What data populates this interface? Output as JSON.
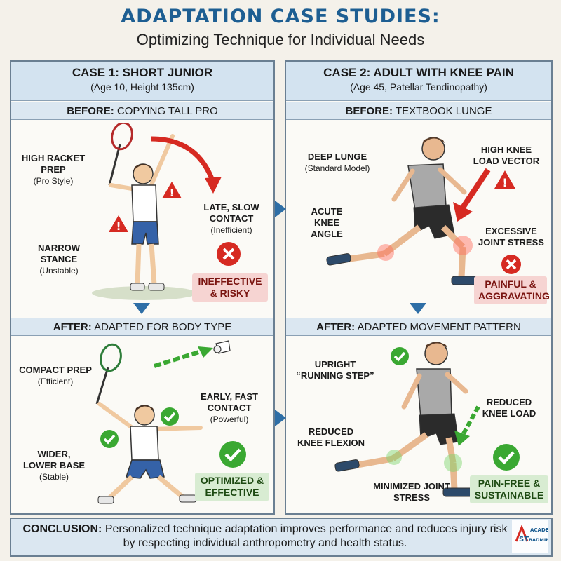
{
  "header": {
    "title": "ADAPTATION CASE STUDIES:",
    "subtitle": "Optimizing Technique for Individual Needs"
  },
  "case1": {
    "title": "CASE 1: SHORT JUNIOR",
    "subtitle": "(Age 10, Height 135cm)",
    "before": {
      "band_prefix": "BEFORE:",
      "band_text": "COPYING TALL PRO",
      "labels": [
        {
          "title": "HIGH RACKET PREP",
          "sub": "(Pro Style)"
        },
        {
          "title": "LATE, SLOW CONTACT",
          "sub": "(Inefficient)"
        },
        {
          "title": "NARROW STANCE",
          "sub": "(Unstable)"
        }
      ],
      "verdict": "INEFFECTIVE & RISKY"
    },
    "after": {
      "band_prefix": "AFTER:",
      "band_text": "ADAPTED FOR BODY TYPE",
      "labels": [
        {
          "title": "COMPACT PREP",
          "sub": "(Efficient)"
        },
        {
          "title": "EARLY, FAST CONTACT",
          "sub": "(Powerful)"
        },
        {
          "title": "WIDER, LOWER BASE",
          "sub": "(Stable)"
        }
      ],
      "verdict": "OPTIMIZED & EFFECTIVE"
    }
  },
  "case2": {
    "title": "CASE 2: ADULT WITH KNEE PAIN",
    "subtitle": "(Age 45, Patellar Tendinopathy)",
    "before": {
      "band_prefix": "BEFORE:",
      "band_text": "TEXTBOOK LUNGE",
      "labels": [
        {
          "title": "DEEP LUNGE",
          "sub": "(Standard Model)"
        },
        {
          "title": "HIGH KNEE LOAD VECTOR",
          "sub": ""
        },
        {
          "title": "ACUTE KNEE ANGLE",
          "sub": ""
        },
        {
          "title": "EXCESSIVE JOINT STRESS",
          "sub": ""
        }
      ],
      "verdict": "PAINFUL & AGGRAVATING"
    },
    "after": {
      "band_prefix": "AFTER:",
      "band_text": "ADAPTED MOVEMENT PATTERN",
      "labels": [
        {
          "title": "UPRIGHT “RUNNING STEP”",
          "sub": ""
        },
        {
          "title": "REDUCED KNEE LOAD",
          "sub": ""
        },
        {
          "title": "REDUCED KNEE FLEXION",
          "sub": ""
        },
        {
          "title": "MINIMIZED JOINT STRESS",
          "sub": ""
        }
      ],
      "verdict": "PAIN-FREE & SUSTAINABLE"
    }
  },
  "conclusion": {
    "prefix": "CONCLUSION:",
    "text": "Personalized technique adaptation improves performance and reduces injury risk by respecting individual anthropometry and health status."
  },
  "logo_text": "ACADEMY ST BADMINTON",
  "colors": {
    "title_blue": "#1d5e92",
    "band_blue": "#dbe7f1",
    "warning_red": "#d62a22",
    "check_green": "#3aa832"
  }
}
